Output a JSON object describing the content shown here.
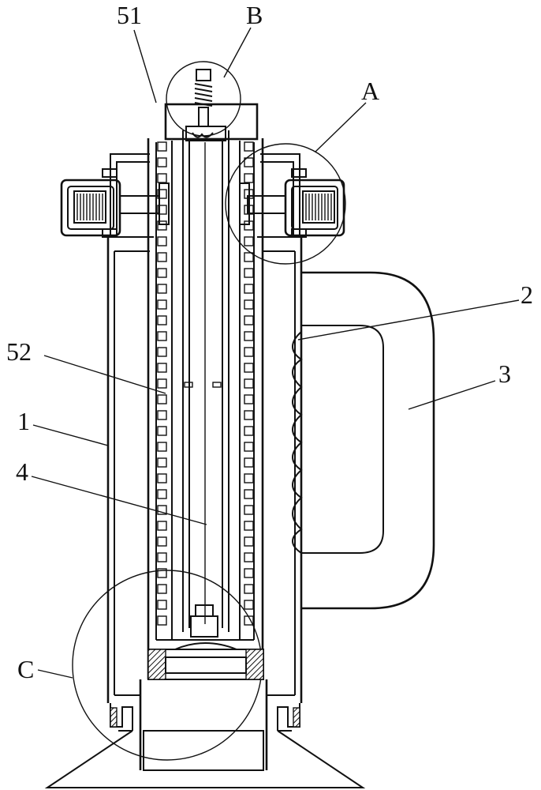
{
  "labels": {
    "l51": "51",
    "lB": "B",
    "lA": "A",
    "l2": "2",
    "l3": "3",
    "l52": "52",
    "l1": "1",
    "l4": "4",
    "lC": "C"
  }
}
